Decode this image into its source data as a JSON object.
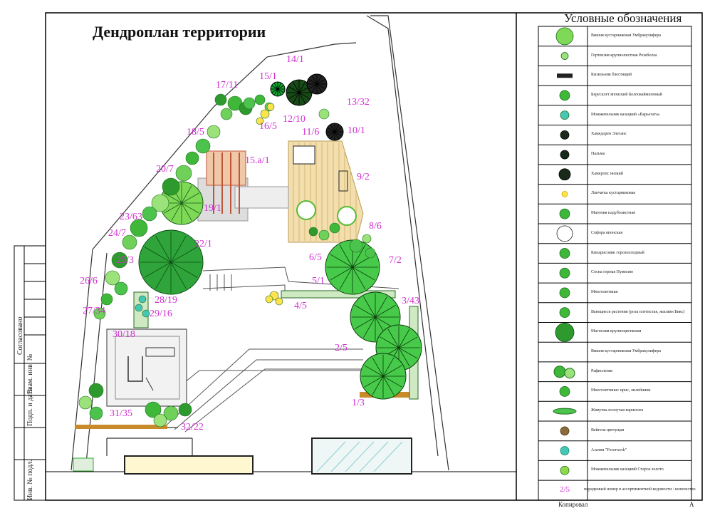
{
  "title": "Дендроплан территории",
  "legend": {
    "title": "Условные обозначения",
    "items": [
      {
        "text": "Вишня кустарниковая Умбракулифера",
        "icon": "tree-green-crown"
      },
      {
        "text": "Гортензия крупнолистная   Розебелла",
        "icon": "shrub-light-green"
      },
      {
        "text": "Кизильник блестящий",
        "icon": "hedge-dark"
      },
      {
        "text": "Бересклет японский    Белоокаймленный",
        "icon": "shrub-green-round"
      },
      {
        "text": "Можжевельник казацкий «Варьегата»",
        "icon": "shrub-teal"
      },
      {
        "text": "Хамедорея Элеганс",
        "icon": "palm-dark"
      },
      {
        "text": "Пальма",
        "icon": "palm-black"
      },
      {
        "text": "Хамеропс низкий",
        "icon": "palm-dark-large"
      },
      {
        "text": "Лапчатка кустарниковая",
        "icon": "dot-yellow"
      },
      {
        "text": "Магония падуболистная",
        "icon": "shrub-star-green"
      },
      {
        "text": "Софора японская",
        "icon": "tree-outline"
      },
      {
        "text": "Кипарисовик горохоплодный",
        "icon": "conifer-small"
      },
      {
        "text": "Сосна горная Пумилио",
        "icon": "pine-small"
      },
      {
        "text": "Многолетники",
        "icon": "perennial-green"
      },
      {
        "text": "Вьющиеся растения  (роза плетистая, жасмин Бикс)",
        "icon": "climber"
      },
      {
        "text": "Магнолия крупноцветковая",
        "icon": "tree-dark-green"
      },
      {
        "text": "Вишня кустарниковая Умбракулифера",
        "icon": "none"
      },
      {
        "text": "Рафиолепис",
        "icon": "shrub-cluster"
      },
      {
        "text": "Многолетники: ирис, лилейники",
        "icon": "perennial-teal"
      },
      {
        "text": "Живучка ползучая вариегата",
        "icon": "groundcover"
      },
      {
        "text": "Вейгела цветущая",
        "icon": "shrub-brown"
      },
      {
        "text": "Азалия \"Fecerwerk\"",
        "icon": "dot-teal"
      },
      {
        "text": "Можжевельник казацкий   Старое золото",
        "icon": "shrub-lime"
      },
      {
        "text": "порядковый номер в ассортиментной ведомости / количество",
        "icon": "none",
        "code": "2/5"
      }
    ]
  },
  "labels": [
    {
      "text": "14/1"
    },
    {
      "text": "15/1"
    },
    {
      "text": "17/11"
    },
    {
      "text": "13/32"
    },
    {
      "text": "12/10"
    },
    {
      "text": "16/5"
    },
    {
      "text": "11/6"
    },
    {
      "text": "10/1"
    },
    {
      "text": "18/5"
    },
    {
      "text": "15.а/1"
    },
    {
      "text": "20/7"
    },
    {
      "text": "9/2"
    },
    {
      "text": "19/1"
    },
    {
      "text": "23/63"
    },
    {
      "text": "8/6"
    },
    {
      "text": "24/7"
    },
    {
      "text": "22/1"
    },
    {
      "text": "6/5"
    },
    {
      "text": "7/2"
    },
    {
      "text": "25/3"
    },
    {
      "text": "26/6"
    },
    {
      "text": "5/1"
    },
    {
      "text": "28/19"
    },
    {
      "text": "3/43"
    },
    {
      "text": "4/5"
    },
    {
      "text": "27/34"
    },
    {
      "text": "29/16"
    },
    {
      "text": "30/18"
    },
    {
      "text": "2/5"
    },
    {
      "text": "1/3"
    },
    {
      "text": "31/35"
    },
    {
      "text": "32/22"
    }
  ],
  "stamp": {
    "soglasovano": "Согласовано",
    "vzam": "Взам. инв. №",
    "podp": "Подп. и дата",
    "inv": "Инв. № подл."
  },
  "footer": {
    "copied": "Копировал",
    "format": "А"
  },
  "colors": {
    "label": "#d12fd0",
    "green": "#3fb83a",
    "dark_green": "#1e7d1e",
    "wood": "#f3dfae",
    "brick": "#c0553a"
  }
}
